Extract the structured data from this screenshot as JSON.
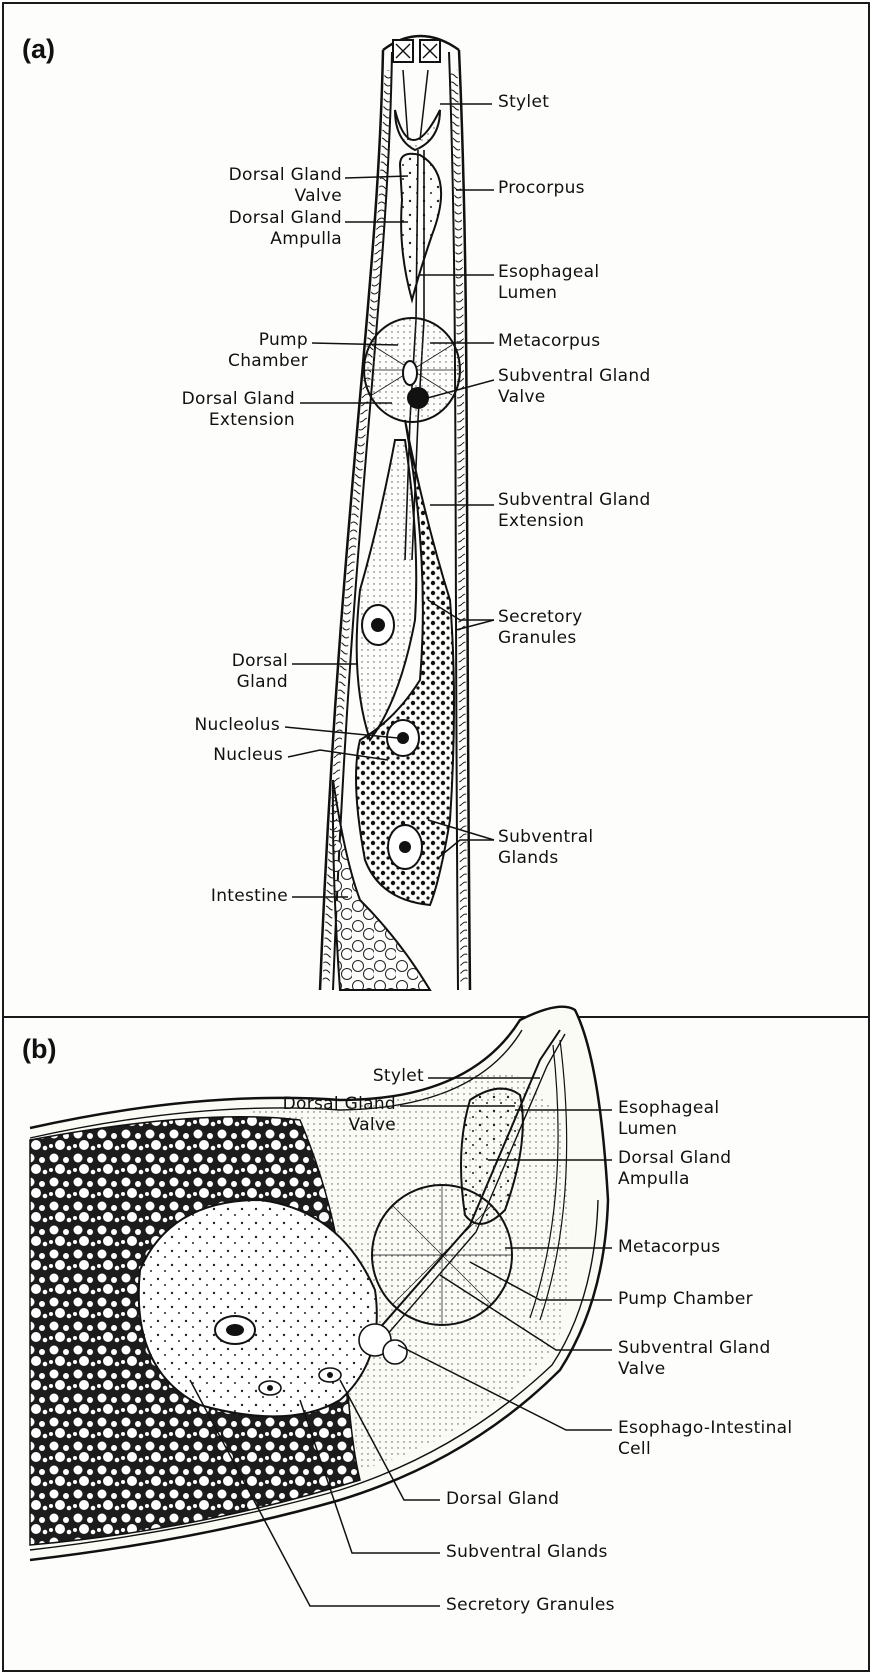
{
  "panel_a": {
    "letter": "(a)",
    "labels": {
      "stylet": "Stylet",
      "dorsal_gland_valve": "Dorsal Gland\nValve",
      "procorpus": "Procorpus",
      "dorsal_gland_ampulla": "Dorsal Gland\nAmpulla",
      "esophageal_lumen": "Esophageal\nLumen",
      "pump_chamber": "Pump\nChamber",
      "metacorpus": "Metacorpus",
      "dorsal_gland_extension": "Dorsal Gland\nExtension",
      "subventral_gland_valve": "Subventral Gland\nValve",
      "subventral_gland_extension": "Subventral Gland\nExtension",
      "secretory_granules": "Secretory\nGranules",
      "dorsal_gland": "Dorsal\nGland",
      "nucleolus": "Nucleolus",
      "nucleus": "Nucleus",
      "subventral_glands": "Subventral\nGlands",
      "intestine": "Intestine"
    }
  },
  "panel_b": {
    "letter": "(b)",
    "labels": {
      "stylet": "Stylet",
      "dorsal_gland_valve": "Dorsal Gland\nValve",
      "esophageal_lumen": "Esophageal\nLumen",
      "dorsal_gland_ampulla": "Dorsal Gland\nAmpulla",
      "metacorpus": "Metacorpus",
      "pump_chamber": "Pump Chamber",
      "subventral_gland_valve": "Subventral Gland\nValve",
      "esophago_intestinal_cell": "Esophago-Intestinal\nCell",
      "dorsal_gland": "Dorsal Gland",
      "subventral_glands": "Subventral Glands",
      "secretory_granules": "Secretory Granules"
    }
  }
}
